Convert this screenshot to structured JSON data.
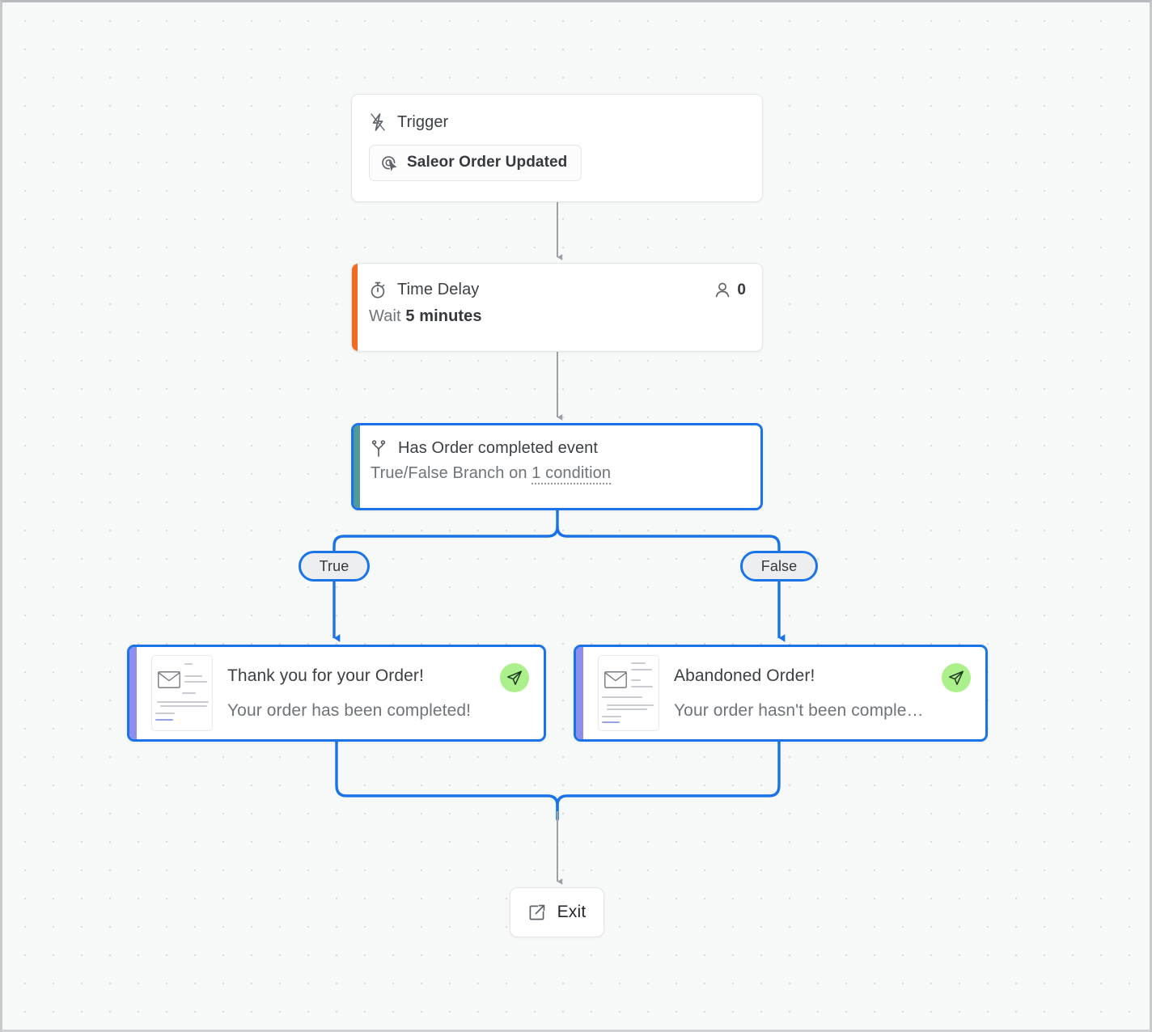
{
  "canvas": {
    "background_color": "#f7f8f8",
    "dot_color": "#d8dadc",
    "edge_color_default": "#9aa0a6",
    "edge_color_active": "#1a73e8"
  },
  "trigger_node": {
    "icon": "lightning-bolt-icon",
    "title": "Trigger",
    "chip": {
      "icon": "saleor-cursor-icon",
      "label": "Saleor Order Updated"
    }
  },
  "delay_node": {
    "accent_color": "#f26b21",
    "icon": "stopwatch-icon",
    "title": "Time Delay",
    "count_icon": "person-icon",
    "count": "0",
    "detail_prefix": "Wait ",
    "detail_value": "5 minutes"
  },
  "condition_node": {
    "accent_color": "#4f9a99",
    "border_color": "#1a73e8",
    "icon": "branch-split-icon",
    "title": "Has Order completed event",
    "detail_prefix": "True/False Branch on ",
    "detail_link": "1 condition"
  },
  "branch_labels": {
    "true": "True",
    "false": "False"
  },
  "email_nodes": [
    {
      "key": "true-branch",
      "accent_color": "#8e8ef0",
      "border_color": "#1a73e8",
      "thumbnail_icon": "envelope-icon",
      "subject": "Thank you for your Order!",
      "preheader": "Your order has been completed!",
      "send_icon": "paper-plane-icon",
      "send_badge_color": "#abf08a"
    },
    {
      "key": "false-branch",
      "accent_color": "#8e8ef0",
      "border_color": "#1a73e8",
      "thumbnail_icon": "envelope-icon",
      "subject": "Abandoned Order!",
      "preheader": "Your order hasn't been comple…",
      "send_icon": "paper-plane-icon",
      "send_badge_color": "#abf08a"
    }
  ],
  "exit_node": {
    "icon": "external-link-icon",
    "label": "Exit"
  }
}
